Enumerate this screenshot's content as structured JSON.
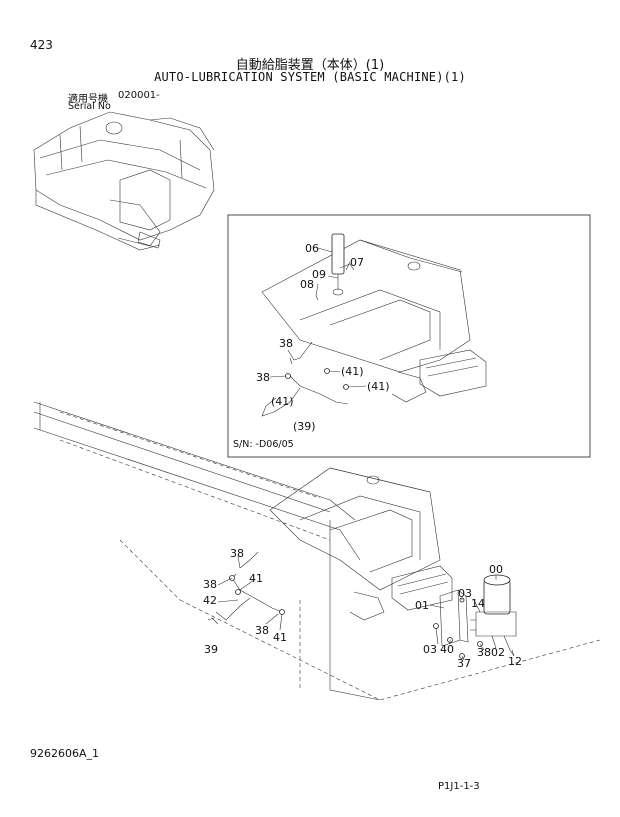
{
  "page_number": "423",
  "title_jp": "自動給脂装置（本体）(1)",
  "title_en": "AUTO-LUBRICATION SYSTEM (BASIC MACHINE)(1)",
  "serial": {
    "jp_label": "適用号機",
    "value": "020001-",
    "en_label": "Serial No"
  },
  "inset": {
    "sn_note": "S/N: -D06/05"
  },
  "inset_labels": [
    "06",
    "07",
    "09",
    "08",
    "38",
    "38",
    "(41)",
    "(41)",
    "(41)",
    "(39)"
  ],
  "main_labels": [
    "00",
    "38",
    "38",
    "41",
    "42",
    "01",
    "03",
    "14",
    "39",
    "38",
    "41",
    "40",
    "03",
    "37",
    "38",
    "02",
    "12"
  ],
  "doc_code": "9262606A_1",
  "page_code": "P1J1-1-3"
}
